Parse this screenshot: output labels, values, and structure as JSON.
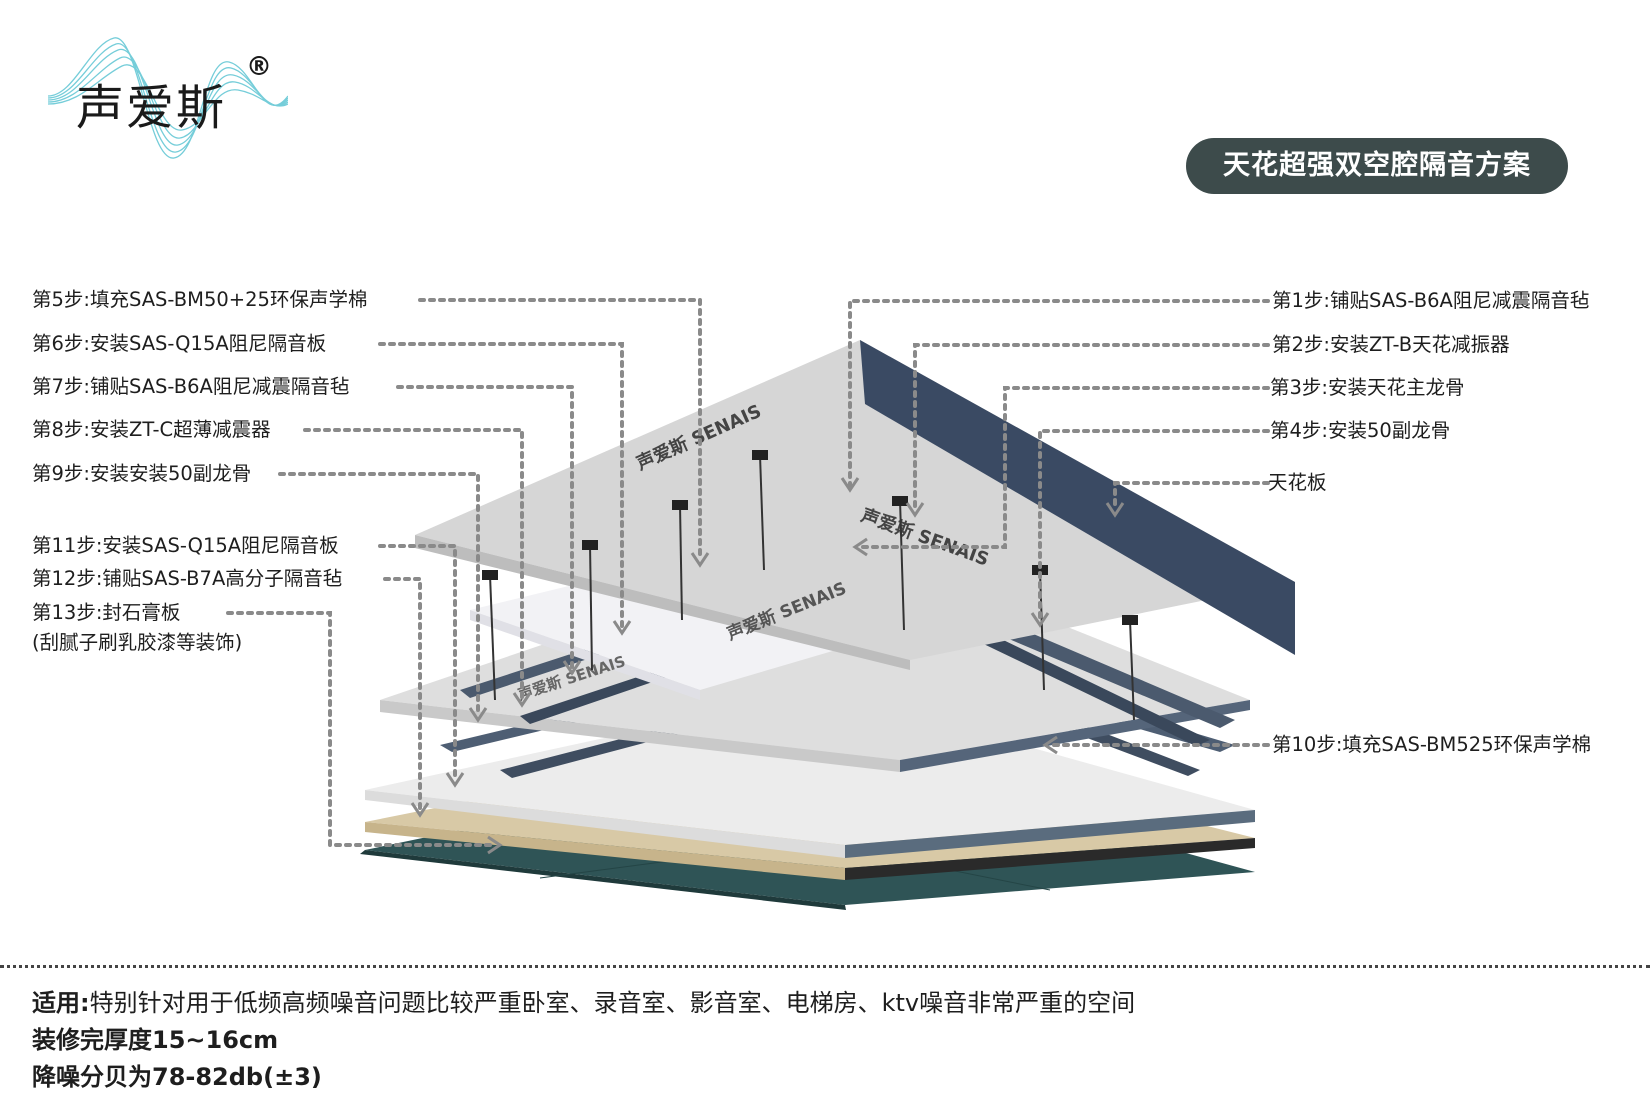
{
  "brand": {
    "name": "声爱斯",
    "registered_mark": "®",
    "wave_color": "#5ec5d3"
  },
  "title": "天花超强双空腔隔音方案",
  "left_steps": [
    "第5步:填充SAS-BM50+25环保声学棉",
    "第6步:安装SAS-Q15A阻尼隔音板",
    "第7步:铺贴SAS-B6A阻尼减震隔音毡",
    "第8步:安装ZT-C超薄减震器",
    "第9步:安装安装50副龙骨",
    "第11步:安装SAS-Q15A阻尼隔音板",
    "第12步:铺贴SAS-B7A高分子隔音毡",
    "第13步:封石膏板",
    "(刮腻子刷乳胶漆等装饰)"
  ],
  "right_steps": [
    "第1步:铺贴SAS-B6A阻尼减震隔音毡",
    "第2步:安装ZT-B天花减振器",
    "第3步:安装天花主龙骨",
    "第4步:安装50副龙骨",
    "天花板",
    "第10步:填充SAS-BM525环保声学棉"
  ],
  "board_print": "声爱斯 SENAIS",
  "footer": {
    "applicable_label": "适用:",
    "applicable_text": "特别针对用于低频高频噪音问题比较严重卧室、录音室、影音室、电梯房、ktv噪音非常严重的空间",
    "thickness": "装修完厚度15~16cm",
    "noise_reduction": "降噪分贝为78-82db(±3)"
  },
  "colors": {
    "pill_bg": "#3d4b4b",
    "ceiling_side": "#3a4a63",
    "gypsum": "#2f5456",
    "leader": "#8a8a8a"
  }
}
